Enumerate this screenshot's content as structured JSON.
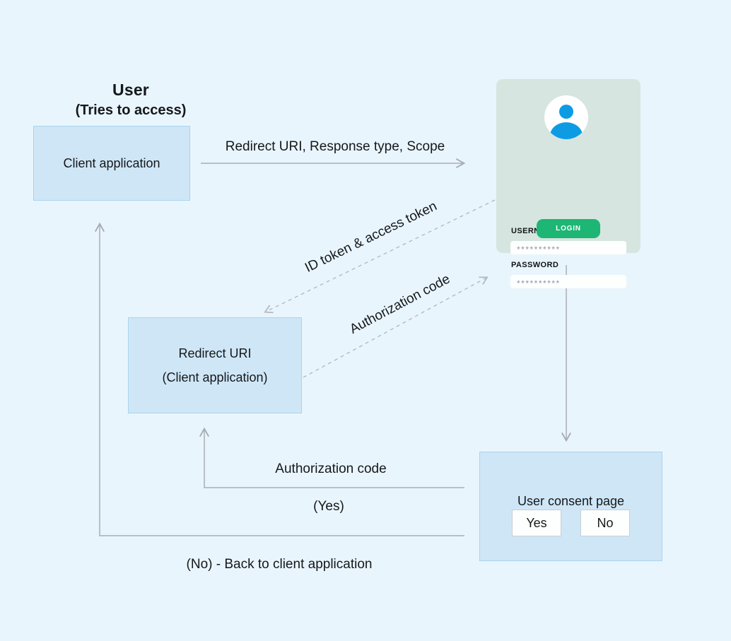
{
  "diagram": {
    "user_heading": {
      "line1": "User",
      "line2": "(Tries to access)"
    },
    "client_app_box": {
      "label": "Client application"
    },
    "redirect_box": {
      "line1": "Redirect URI",
      "line2": "(Client application)"
    },
    "consent_box": {
      "title": "User consent page",
      "yes_label": "Yes",
      "no_label": "No"
    },
    "flow_labels": {
      "request": "Redirect URI, Response type, Scope",
      "id_token": "ID token & access token",
      "auth_code_diagonal": "Authorization code",
      "auth_code_yes": "Authorization code",
      "yes": "(Yes)",
      "no_back": "(No) - Back to client application"
    }
  },
  "login_card": {
    "username_label": "USERNAME",
    "username_value": "**********",
    "password_label": "PASSWORD",
    "password_value": "**********",
    "login_button": "LOGIN"
  },
  "colors": {
    "background": "#e9f5fd",
    "node_fill": "#cfe6f7",
    "node_border": "#a9d4ee",
    "card_fill": "#d6e5df",
    "accent_green": "#1db674",
    "avatar_blue": "#0d9ce4",
    "arrow_gray": "#a7aeb3",
    "dashed_gray": "#b4babe"
  }
}
